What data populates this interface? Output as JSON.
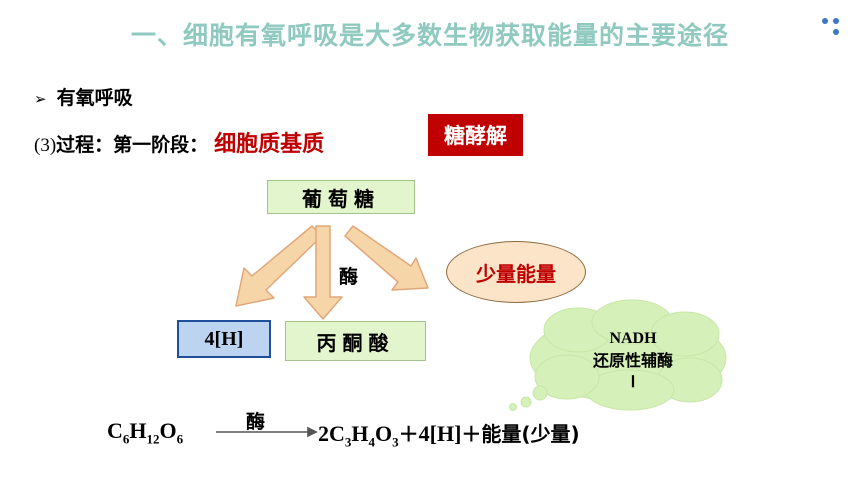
{
  "title": "一、细胞有氧呼吸是大多数生物获取能量的主要途径",
  "section": {
    "bullet": "➢",
    "heading": "有氧呼吸"
  },
  "process": {
    "number": "(3)",
    "label": "过程：第一阶段：",
    "location": "细胞质基质",
    "tag": "糖酵解"
  },
  "diagram": {
    "glucose": "葡萄糖",
    "enzyme": "酶",
    "hydrogen": "4[H]",
    "pyruvate": "丙酮酸",
    "energy": "少量能量",
    "colors": {
      "highlight": "#c00000",
      "title": "#8fc9bf",
      "box_fill": "#e2f5cd",
      "h_fill": "#bcd4f0",
      "ellipse_fill": "#fbe4c8",
      "arrow_fill": "#f6d6a8",
      "cloud_fill": "#d5f0b8"
    }
  },
  "cloud": {
    "line1": "NADH",
    "line2": "还原性辅酶",
    "line3": "Ⅰ"
  },
  "equation": {
    "reactant": {
      "c": "C",
      "c_sub": "6",
      "h": "H",
      "h_sub": "12",
      "o": "O",
      "o_sub": "6"
    },
    "enzyme": "酶",
    "product": {
      "coef": "2C",
      "c_sub": "3",
      "h": "H",
      "h_sub": "4",
      "o": "O",
      "o_sub": "3",
      "plus1": "＋",
      "h_term": "4[H]",
      "plus2": "＋",
      "energy": "能量(少量)"
    }
  }
}
